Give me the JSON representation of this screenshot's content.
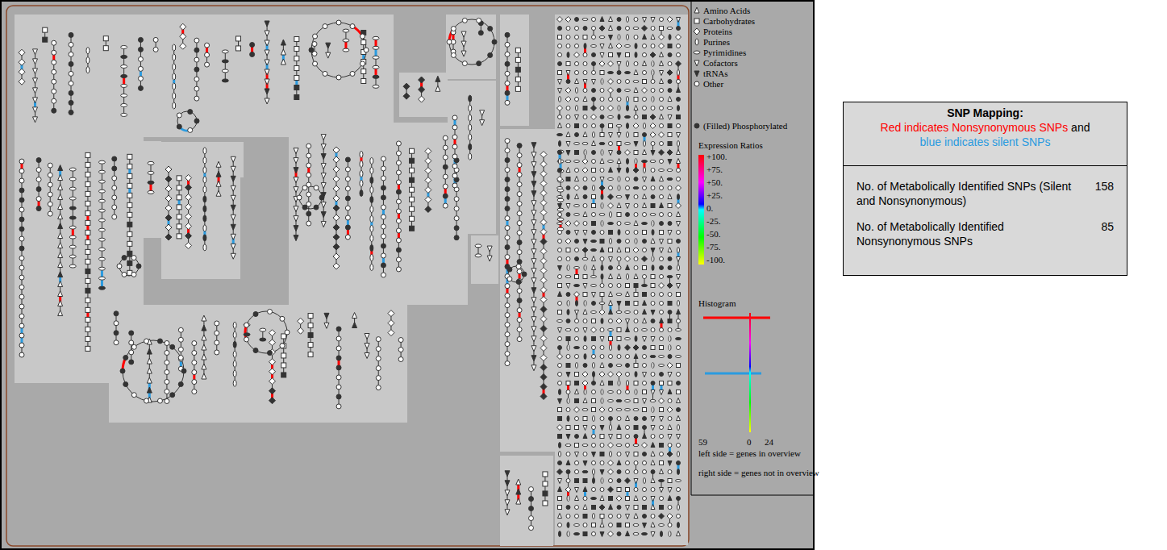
{
  "diagram": {
    "nodes": [
      {
        "text": [
          "SNP Mapping:",
          "Red indicates Nonsynonymous SNPs",
          "and",
          "blue indicates silent SNPs"
        ]
      },
      {
        "text": [
          "No. of Metabolically Identified SNPs (Silent and Nonsynonymous)",
          "158",
          "No. of Metabolically Identified Nonsynonymous SNPs",
          "85"
        ]
      }
    ],
    "labels": [
      "Expression Ratios",
      "+100.",
      "+75.",
      "+50.",
      "+25.",
      "0.",
      "-25.",
      "-50.",
      "-75.",
      "-100.",
      "Histogram",
      "59",
      "0",
      "24",
      "left side = genes in overview",
      "right side = genes not in overview"
    ],
    "legend": [
      {
        "text": "Amino Acids"
      },
      {
        "text": "Carbohydrates"
      },
      {
        "text": "Proteins"
      },
      {
        "text": "Purines"
      },
      {
        "text": "Pyrimidines"
      },
      {
        "text": "Cofactors"
      },
      {
        "text": "tRNAs"
      },
      {
        "text": "Other"
      },
      {
        "text": "(Filled) Phosphorylated"
      }
    ]
  }
}
